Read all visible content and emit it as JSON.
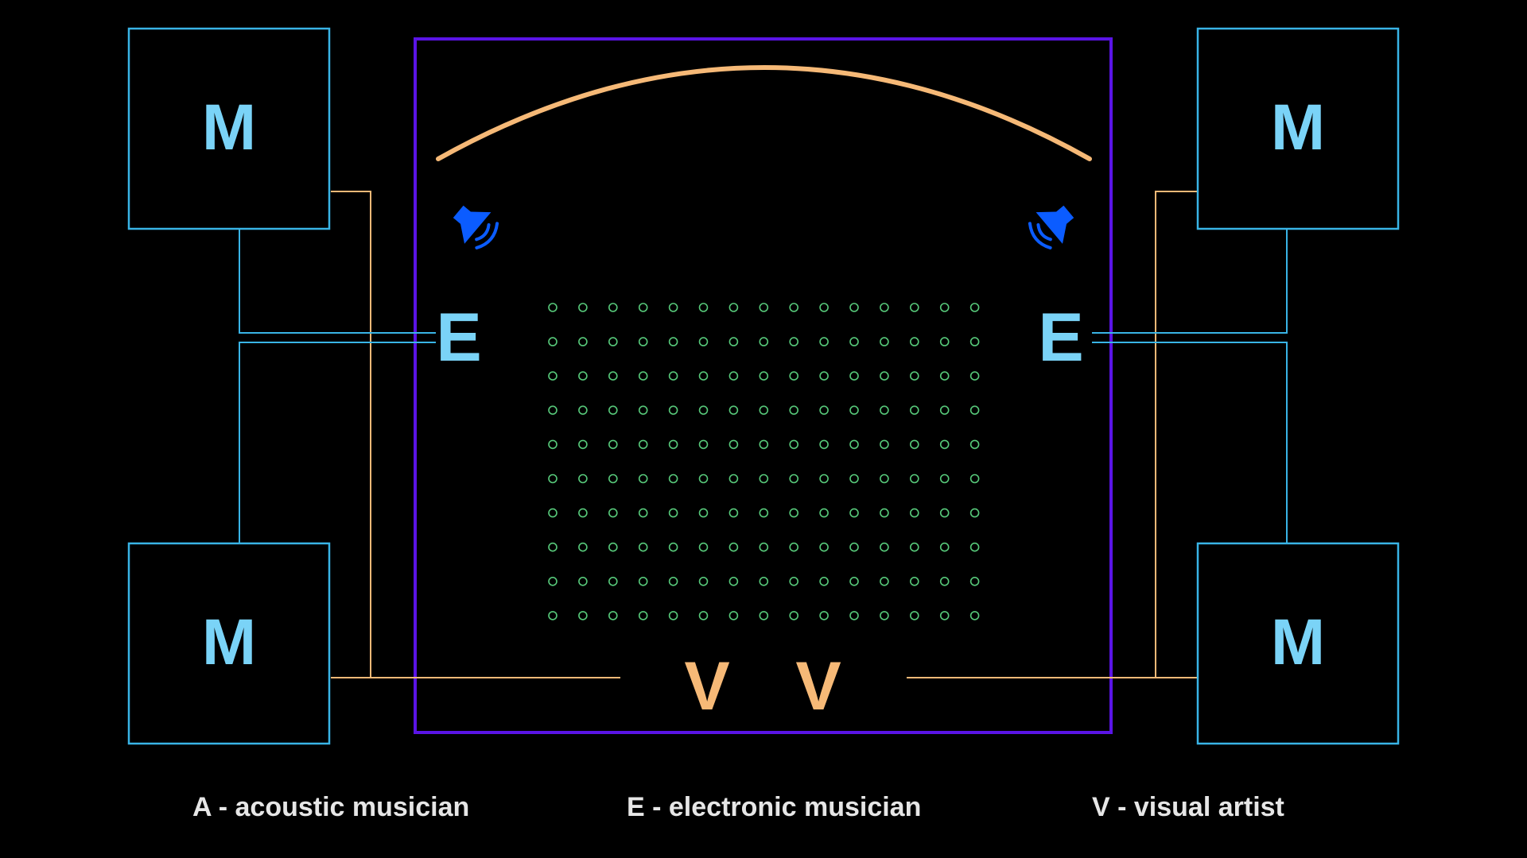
{
  "colors": {
    "background": "#000000",
    "musician_box": "#39b4e6",
    "musician_letter": "#7ad3f7",
    "electronic_letter": "#7ad3f7",
    "visual_letter": "#f6b977",
    "stage_border": "#5a14e6",
    "arc": "#f6b977",
    "orange_wire": "#f6b977",
    "blue_wire": "#39b4e6",
    "speaker": "#0b5cff",
    "audience_dots": "#57c97a"
  },
  "musicians": {
    "top_left": "M",
    "top_right": "M",
    "bottom_left": "M",
    "bottom_right": "M"
  },
  "electronic": {
    "left": "E",
    "right": "E"
  },
  "visual": {
    "left": "V",
    "right": "V"
  },
  "speakers": {
    "left_icon": "speaker-icon",
    "right_icon": "speaker-icon"
  },
  "audience": {
    "rows": 10,
    "cols": 15
  },
  "legend": {
    "acoustic": "A - acoustic musician",
    "electronic": "E - electronic musician",
    "visual": "V - visual artist"
  }
}
